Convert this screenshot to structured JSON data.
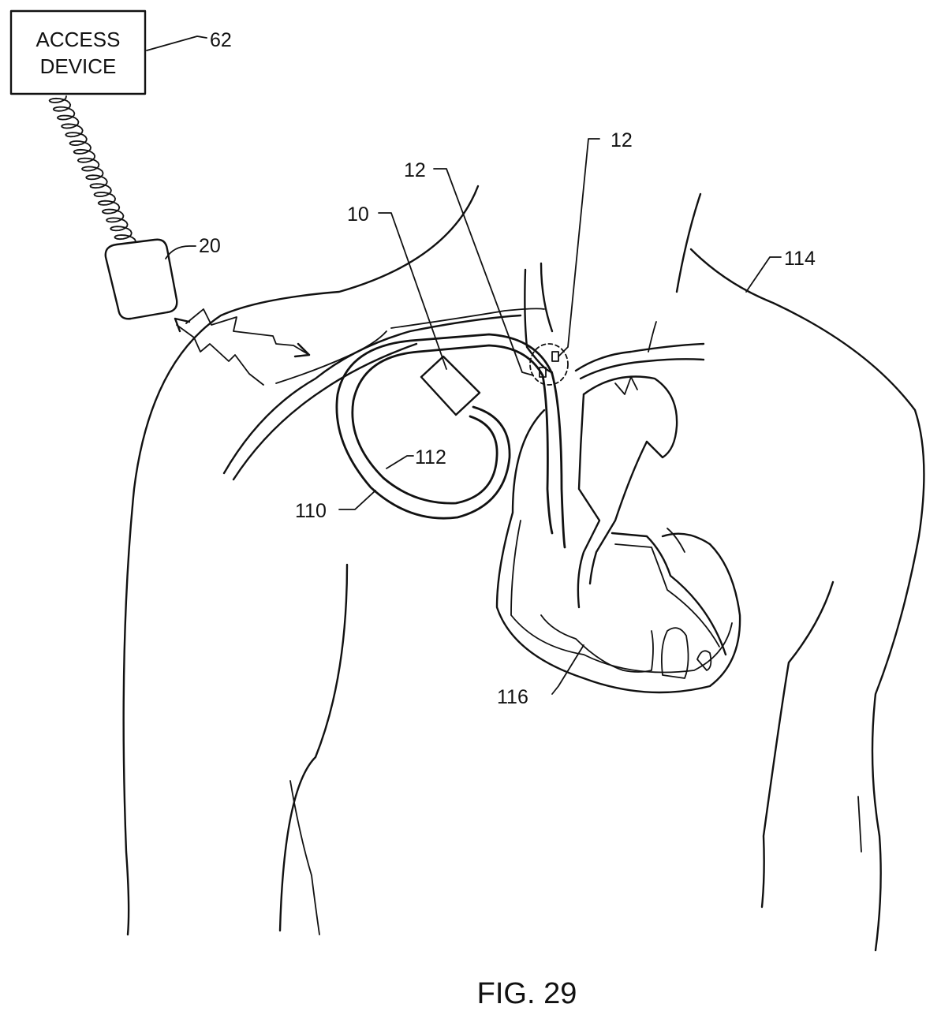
{
  "access_device": {
    "line1": "ACCESS",
    "line2": "DEVICE"
  },
  "reference_numerals": {
    "access_device": "62",
    "external_unit": "20",
    "implant": "10",
    "sensor_upper": "12",
    "sensor_lower": "12",
    "body": "114",
    "inner_loop": "112",
    "outer_loop": "110",
    "heart": "116"
  },
  "caption": "FIG. 29"
}
